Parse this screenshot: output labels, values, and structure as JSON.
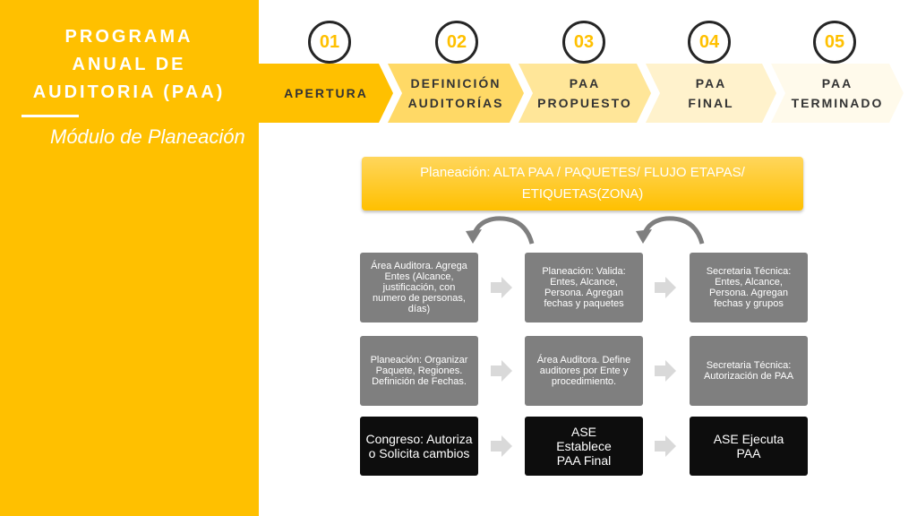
{
  "sidebar": {
    "title_lines": [
      "PROGRAMA",
      "ANUAL DE",
      "AUDITORIA (PAA)"
    ],
    "subtitle": "Módulo de Planeación"
  },
  "stages": [
    {
      "num": "01",
      "label": "APERTURA"
    },
    {
      "num": "02",
      "label": "DEFINICIÓN AUDITORÍAS"
    },
    {
      "num": "03",
      "label": "PAA PROPUESTO"
    },
    {
      "num": "04",
      "label": "PAA FINAL"
    },
    {
      "num": "05",
      "label": "PAA TERMINADO"
    }
  ],
  "banner": {
    "text": "Planeación: ALTA PAA / PAQUETES/ FLUJO ETAPAS/ ETIQUETAS(ZONA)"
  },
  "grid": [
    [
      "Área Auditora. Agrega Entes (Alcance, justificación, con numero de personas, días)",
      "Planeación: Valida: Entes, Alcance, Persona.  Agregan fechas  y paquetes",
      "Secretaria Técnica: Entes, Alcance, Persona.  Agregan fechas y grupos"
    ],
    [
      "Planeación: Organizar Paquete, Regiones. Definición de Fechas.",
      "Área Auditora. Define auditores por Ente y procedimiento.",
      "Secretaria Técnica: Autorización de PAA"
    ],
    [
      "Congreso: Autoriza o Solicita cambios",
      "ASE Establece PAA Final",
      "ASE Ejecuta PAA"
    ]
  ],
  "colors": {
    "yellow": "#ffc000",
    "chevron_fills": [
      "#ffc000",
      "#ffd966",
      "#ffe699",
      "#fff2cc",
      "#fffaeb"
    ],
    "grey_box": "#7f7f7f",
    "dark_box": "#0d0d0d"
  }
}
